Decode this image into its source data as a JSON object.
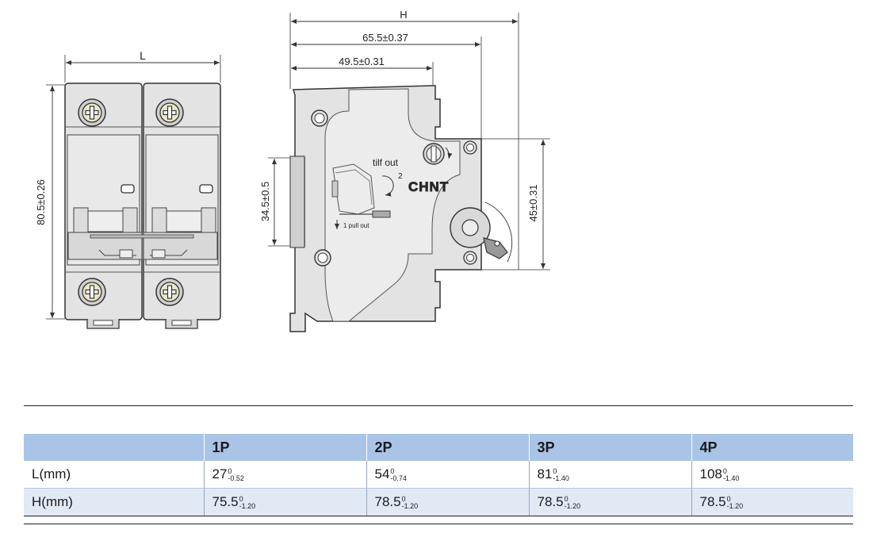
{
  "drawing": {
    "front_view": {
      "width_label": "L",
      "height_label": "80.5±0.26"
    },
    "side_view": {
      "overall_label": "H",
      "depth_1_label": "65.5±0.37",
      "depth_2_label": "49.5±0.31",
      "rail_label": "34.5±0.5",
      "front_label": "45±0.31",
      "tilt_text": "tilf out",
      "tilt_step": "2",
      "pull_text": "1  pull out",
      "logo_text": "CHNT"
    }
  },
  "table": {
    "headers": [
      "",
      "1P",
      "2P",
      "3P",
      "4P"
    ],
    "rows": [
      {
        "label": "L(mm)",
        "cells": [
          {
            "value": "27",
            "upper": "0",
            "lower": "-0.52"
          },
          {
            "value": "54",
            "upper": "0",
            "lower": "-0.74"
          },
          {
            "value": "81",
            "upper": "0",
            "lower": "-1.40"
          },
          {
            "value": "108",
            "upper": "0",
            "lower": "-1.40"
          }
        ]
      },
      {
        "label": "H(mm)",
        "cells": [
          {
            "value": "75.5",
            "upper": "0",
            "lower": "-1.20"
          },
          {
            "value": "78.5",
            "upper": "0",
            "lower": "-1.20"
          },
          {
            "value": "78.5",
            "upper": "0",
            "lower": "-1.20"
          },
          {
            "value": "78.5",
            "upper": "0",
            "lower": "-1.20"
          }
        ]
      }
    ]
  },
  "colors": {
    "body": "#e3e3e3",
    "outline": "#333333",
    "header_bg": "#a9c4e6",
    "row_alt_bg": "#e1e9f5"
  }
}
